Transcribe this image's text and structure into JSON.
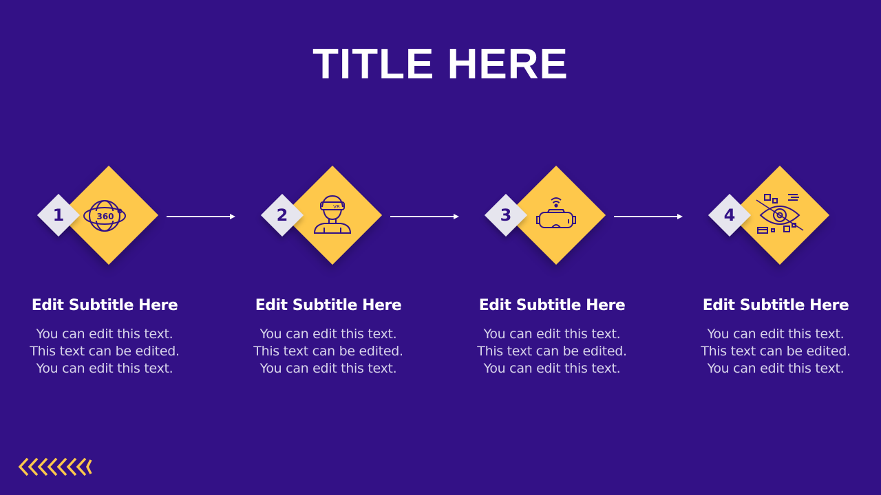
{
  "title": "TITLE HERE",
  "colors": {
    "background": "#331186",
    "accent": "#fec84b",
    "light": "#e6e5ee",
    "ring": "#7a4ee8"
  },
  "steps": [
    {
      "number": "1",
      "icon": "360-view-icon",
      "subtitle": "Edit Subtitle Here",
      "lines": [
        "You can edit this text.",
        "This text can be edited.",
        "You can edit this text."
      ]
    },
    {
      "number": "2",
      "icon": "vr-headset-person-icon",
      "subtitle": "Edit Subtitle Here",
      "lines": [
        "You can edit this text.",
        "This text can be edited.",
        "You can edit this text."
      ]
    },
    {
      "number": "3",
      "icon": "wireless-vr-goggles-icon",
      "subtitle": "Edit Subtitle Here",
      "lines": [
        "You can edit this text.",
        "This text can be edited.",
        "You can edit this text."
      ]
    },
    {
      "number": "4",
      "icon": "virtual-eye-icon",
      "subtitle": "Edit Subtitle Here",
      "lines": [
        "You can edit this text.",
        "This text can be edited.",
        "You can edit this text."
      ]
    }
  ]
}
